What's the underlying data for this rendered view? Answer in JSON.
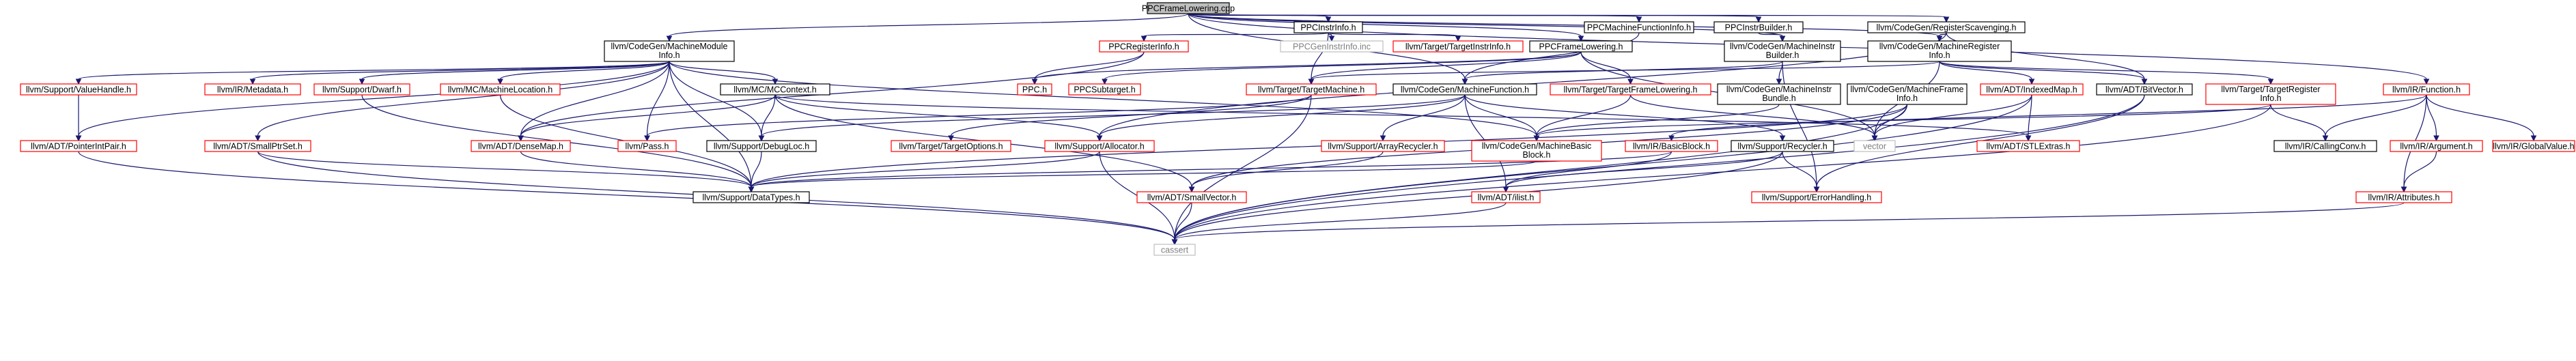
{
  "colors": {
    "edge": "#191970",
    "root_fill": "#bfbfbf",
    "root_border": "#000000",
    "node_fill": "#ffffff",
    "node_border_linked": "#000000",
    "node_border_red": "#ff0000",
    "node_border_grey": "#bfbfbf",
    "node_text": "#000000",
    "node_text_grey": "#7f7f7f"
  },
  "nodes": [
    {
      "id": "root",
      "lines": [
        "PPCFrameLowering.cpp"
      ],
      "style": "root"
    },
    {
      "id": "ppcinstrinfo",
      "lines": [
        "PPCInstrInfo.h"
      ],
      "style": "black"
    },
    {
      "id": "mfinfo",
      "lines": [
        "PPCMachineFunctionInfo.h"
      ],
      "style": "black"
    },
    {
      "id": "ppcinstrbuilder",
      "lines": [
        "PPCInstrBuilder.h"
      ],
      "style": "black"
    },
    {
      "id": "regscav",
      "lines": [
        "llvm/CodeGen/RegisterScavenging.h"
      ],
      "style": "black"
    },
    {
      "id": "mmi",
      "lines": [
        "llvm/CodeGen/MachineModule",
        "Info.h"
      ],
      "style": "black"
    },
    {
      "id": "ppcreginfo",
      "lines": [
        "PPCRegisterInfo.h"
      ],
      "style": "red"
    },
    {
      "id": "ppcgeninstrinfo",
      "lines": [
        "PPCGenInstrInfo.inc"
      ],
      "style": "grey"
    },
    {
      "id": "targetinstrinfo",
      "lines": [
        "llvm/Target/TargetInstrInfo.h"
      ],
      "style": "red"
    },
    {
      "id": "ppcframelowering",
      "lines": [
        "PPCFrameLowering.h"
      ],
      "style": "black"
    },
    {
      "id": "mib",
      "lines": [
        "llvm/CodeGen/MachineInstr",
        "Builder.h"
      ],
      "style": "black"
    },
    {
      "id": "mri",
      "lines": [
        "llvm/CodeGen/MachineRegister",
        "Info.h"
      ],
      "style": "black"
    },
    {
      "id": "irfunction",
      "lines": [
        "llvm/IR/Function.h"
      ],
      "style": "red"
    },
    {
      "id": "valuehandle",
      "lines": [
        "llvm/Support/ValueHandle.h"
      ],
      "style": "red"
    },
    {
      "id": "irmetadata",
      "lines": [
        "llvm/IR/Metadata.h"
      ],
      "style": "red"
    },
    {
      "id": "dwarf",
      "lines": [
        "llvm/Support/Dwarf.h"
      ],
      "style": "red"
    },
    {
      "id": "machinelocation",
      "lines": [
        "llvm/MC/MachineLocation.h"
      ],
      "style": "red"
    },
    {
      "id": "mccontext",
      "lines": [
        "llvm/MC/MCContext.h"
      ],
      "style": "black"
    },
    {
      "id": "ppch",
      "lines": [
        "PPC.h"
      ],
      "style": "red"
    },
    {
      "id": "ppcsubtarget",
      "lines": [
        "PPCSubtarget.h"
      ],
      "style": "red"
    },
    {
      "id": "targetmachine",
      "lines": [
        "llvm/Target/TargetMachine.h"
      ],
      "style": "red"
    },
    {
      "id": "mf",
      "lines": [
        "llvm/CodeGen/MachineFunction.h"
      ],
      "style": "black"
    },
    {
      "id": "tfl",
      "lines": [
        "llvm/Target/TargetFrameLowering.h"
      ],
      "style": "red"
    },
    {
      "id": "mibundle",
      "lines": [
        "llvm/CodeGen/MachineInstr",
        "Bundle.h"
      ],
      "style": "black"
    },
    {
      "id": "mfi",
      "lines": [
        "llvm/CodeGen/MachineFrame",
        "Info.h"
      ],
      "style": "black"
    },
    {
      "id": "indexedmap",
      "lines": [
        "llvm/ADT/IndexedMap.h"
      ],
      "style": "red"
    },
    {
      "id": "bitvector",
      "lines": [
        "llvm/ADT/BitVector.h"
      ],
      "style": "black"
    },
    {
      "id": "tri",
      "lines": [
        "llvm/Target/TargetRegister",
        "Info.h"
      ],
      "style": "red"
    },
    {
      "id": "pointerintpair",
      "lines": [
        "llvm/ADT/PointerIntPair.h"
      ],
      "style": "red"
    },
    {
      "id": "smallptrset",
      "lines": [
        "llvm/ADT/SmallPtrSet.h"
      ],
      "style": "red"
    },
    {
      "id": "densemap",
      "lines": [
        "llvm/ADT/DenseMap.h"
      ],
      "style": "red"
    },
    {
      "id": "pass",
      "lines": [
        "llvm/Pass.h"
      ],
      "style": "red"
    },
    {
      "id": "debugloc",
      "lines": [
        "llvm/Support/DebugLoc.h"
      ],
      "style": "black"
    },
    {
      "id": "targetoptions",
      "lines": [
        "llvm/Target/TargetOptions.h"
      ],
      "style": "red"
    },
    {
      "id": "allocator",
      "lines": [
        "llvm/Support/Allocator.h"
      ],
      "style": "red"
    },
    {
      "id": "arrayrecycler",
      "lines": [
        "llvm/Support/ArrayRecycler.h"
      ],
      "style": "red"
    },
    {
      "id": "mbb",
      "lines": [
        "llvm/CodeGen/MachineBasic",
        "Block.h"
      ],
      "style": "red"
    },
    {
      "id": "irbasicblock",
      "lines": [
        "llvm/IR/BasicBlock.h"
      ],
      "style": "red"
    },
    {
      "id": "recycler",
      "lines": [
        "llvm/Support/Recycler.h"
      ],
      "style": "black"
    },
    {
      "id": "vector",
      "lines": [
        "vector"
      ],
      "style": "grey"
    },
    {
      "id": "stlextras",
      "lines": [
        "llvm/ADT/STLExtras.h"
      ],
      "style": "red"
    },
    {
      "id": "callingconv",
      "lines": [
        "llvm/IR/CallingConv.h"
      ],
      "style": "black"
    },
    {
      "id": "argument",
      "lines": [
        "llvm/IR/Argument.h"
      ],
      "style": "red"
    },
    {
      "id": "globalvalue",
      "lines": [
        "llvm/IR/GlobalValue.h"
      ],
      "style": "red"
    },
    {
      "id": "datatypes",
      "lines": [
        "llvm/Support/DataTypes.h"
      ],
      "style": "black"
    },
    {
      "id": "smallvector",
      "lines": [
        "llvm/ADT/SmallVector.h"
      ],
      "style": "red"
    },
    {
      "id": "ilist",
      "lines": [
        "llvm/ADT/ilist.h"
      ],
      "style": "red"
    },
    {
      "id": "errorhandling",
      "lines": [
        "llvm/Support/ErrorHandling.h"
      ],
      "style": "red"
    },
    {
      "id": "attributes",
      "lines": [
        "llvm/IR/Attributes.h"
      ],
      "style": "red"
    },
    {
      "id": "cassert",
      "lines": [
        "cassert"
      ],
      "style": "grey"
    }
  ],
  "edges": [
    [
      "root",
      "ppcinstrinfo"
    ],
    [
      "root",
      "mfinfo"
    ],
    [
      "root",
      "ppcinstrbuilder"
    ],
    [
      "root",
      "regscav"
    ],
    [
      "root",
      "mmi"
    ],
    [
      "root",
      "ppcframelowering"
    ],
    [
      "root",
      "mib"
    ],
    [
      "root",
      "mf"
    ],
    [
      "root",
      "irfunction"
    ],
    [
      "root",
      "mri"
    ],
    [
      "ppcinstrinfo",
      "ppcreginfo"
    ],
    [
      "ppcinstrinfo",
      "ppcgeninstrinfo"
    ],
    [
      "ppcinstrinfo",
      "targetinstrinfo"
    ],
    [
      "ppcinstrinfo",
      "targetmachine"
    ],
    [
      "ppcreginfo",
      "ppch"
    ],
    [
      "ppcreginfo",
      "densemap"
    ],
    [
      "mfinfo",
      "mf"
    ],
    [
      "ppcinstrbuilder",
      "mib"
    ],
    [
      "regscav",
      "mri"
    ],
    [
      "regscav",
      "bitvector"
    ],
    [
      "regscav",
      "allocator"
    ],
    [
      "mmi",
      "valuehandle"
    ],
    [
      "mmi",
      "irmetadata"
    ],
    [
      "mmi",
      "dwarf"
    ],
    [
      "mmi",
      "machinelocation"
    ],
    [
      "mmi",
      "mccontext"
    ],
    [
      "mmi",
      "pointerintpair"
    ],
    [
      "mmi",
      "smallptrset"
    ],
    [
      "mmi",
      "densemap"
    ],
    [
      "mmi",
      "pass"
    ],
    [
      "mmi",
      "debugloc"
    ],
    [
      "mmi",
      "datatypes"
    ],
    [
      "mmi",
      "mbb"
    ],
    [
      "ppcframelowering",
      "ppch"
    ],
    [
      "ppcframelowering",
      "ppcsubtarget"
    ],
    [
      "ppcframelowering",
      "tfl"
    ],
    [
      "ppcframelowering",
      "targetmachine"
    ],
    [
      "ppcframelowering",
      "vector"
    ],
    [
      "mib",
      "mf"
    ],
    [
      "mib",
      "mibundle"
    ],
    [
      "mib",
      "errorhandling"
    ],
    [
      "mri",
      "indexedmap"
    ],
    [
      "mri",
      "bitvector"
    ],
    [
      "mri",
      "tri"
    ],
    [
      "mri",
      "vector"
    ],
    [
      "mri",
      "targetmachine"
    ],
    [
      "irfunction",
      "callingconv"
    ],
    [
      "irfunction",
      "argument"
    ],
    [
      "irfunction",
      "globalvalue"
    ],
    [
      "irfunction",
      "attributes"
    ],
    [
      "irfunction",
      "irbasicblock"
    ],
    [
      "valuehandle",
      "pointerintpair"
    ],
    [
      "dwarf",
      "datatypes"
    ],
    [
      "machinelocation",
      "datatypes"
    ],
    [
      "mccontext",
      "densemap"
    ],
    [
      "mccontext",
      "smallvector"
    ],
    [
      "mccontext",
      "allocator"
    ],
    [
      "mccontext",
      "stlextras"
    ],
    [
      "mccontext",
      "debugloc"
    ],
    [
      "targetmachine",
      "pass"
    ],
    [
      "targetmachine",
      "targetoptions"
    ],
    [
      "targetmachine",
      "cassert"
    ],
    [
      "mf",
      "allocator"
    ],
    [
      "mf",
      "arrayrecycler"
    ],
    [
      "mf",
      "mbb"
    ],
    [
      "mf",
      "recycler"
    ],
    [
      "mf",
      "ilist"
    ],
    [
      "mf",
      "debugloc"
    ],
    [
      "tfl",
      "mbb"
    ],
    [
      "tfl",
      "vector"
    ],
    [
      "mibundle",
      "mbb"
    ],
    [
      "mfi",
      "smallvector"
    ],
    [
      "mfi",
      "vector"
    ],
    [
      "mfi",
      "cassert"
    ],
    [
      "mfi",
      "datatypes"
    ],
    [
      "indexedmap",
      "stlextras"
    ],
    [
      "indexedmap",
      "cassert"
    ],
    [
      "indexedmap",
      "vector"
    ],
    [
      "bitvector",
      "errorhandling"
    ],
    [
      "bitvector",
      "cassert"
    ],
    [
      "tri",
      "callingconv"
    ],
    [
      "tri",
      "cassert"
    ],
    [
      "tri",
      "mbb"
    ],
    [
      "pointerintpair",
      "cassert"
    ],
    [
      "smallptrset",
      "datatypes"
    ],
    [
      "smallptrset",
      "cassert"
    ],
    [
      "densemap",
      "datatypes"
    ],
    [
      "debugloc",
      "datatypes"
    ],
    [
      "allocator",
      "datatypes"
    ],
    [
      "allocator",
      "cassert"
    ],
    [
      "arrayrecycler",
      "smallvector"
    ],
    [
      "mbb",
      "datatypes"
    ],
    [
      "irbasicblock",
      "ilist"
    ],
    [
      "irbasicblock",
      "datatypes"
    ],
    [
      "recycler",
      "ilist"
    ],
    [
      "recycler",
      "errorhandling"
    ],
    [
      "recycler",
      "cassert"
    ],
    [
      "argument",
      "attributes"
    ],
    [
      "attributes",
      "cassert"
    ],
    [
      "smallvector",
      "cassert"
    ],
    [
      "ilist",
      "cassert"
    ]
  ]
}
